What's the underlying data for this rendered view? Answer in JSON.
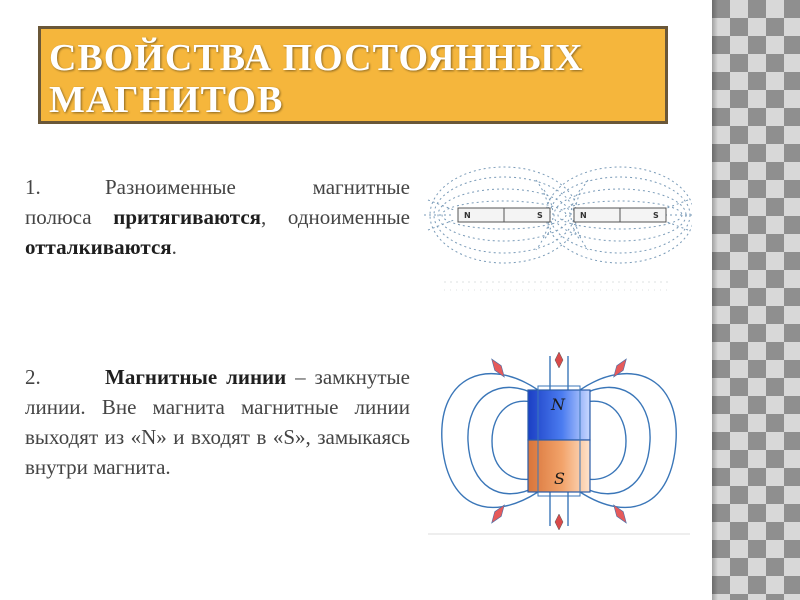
{
  "title": "Свойства постоянных магнитов",
  "item1": {
    "number": "1.",
    "text_a": "Разноименные магнитные полюса ",
    "bold_a": "притягиваются",
    "text_b": ", одноименные ",
    "bold_b": "отталкиваются",
    "text_c": "."
  },
  "item2": {
    "number": "2.",
    "bold_a": "Магнитные линии",
    "text_a": " – замкнутые линии. Вне магнита магнитные линии выходят из «N» и входят в «S», замыкаясь внутри магнита."
  },
  "figure1": {
    "pole_labels": [
      "N",
      "S",
      "N",
      "S"
    ]
  },
  "figure2": {
    "pole_n": "N",
    "pole_s": "S"
  },
  "colors": {
    "title_bg": "#f5b63c",
    "title_border": "#6a5738",
    "magnet_n": "#2f5bd8",
    "magnet_s": "#e8894a",
    "field_line": "#3a76b8"
  }
}
